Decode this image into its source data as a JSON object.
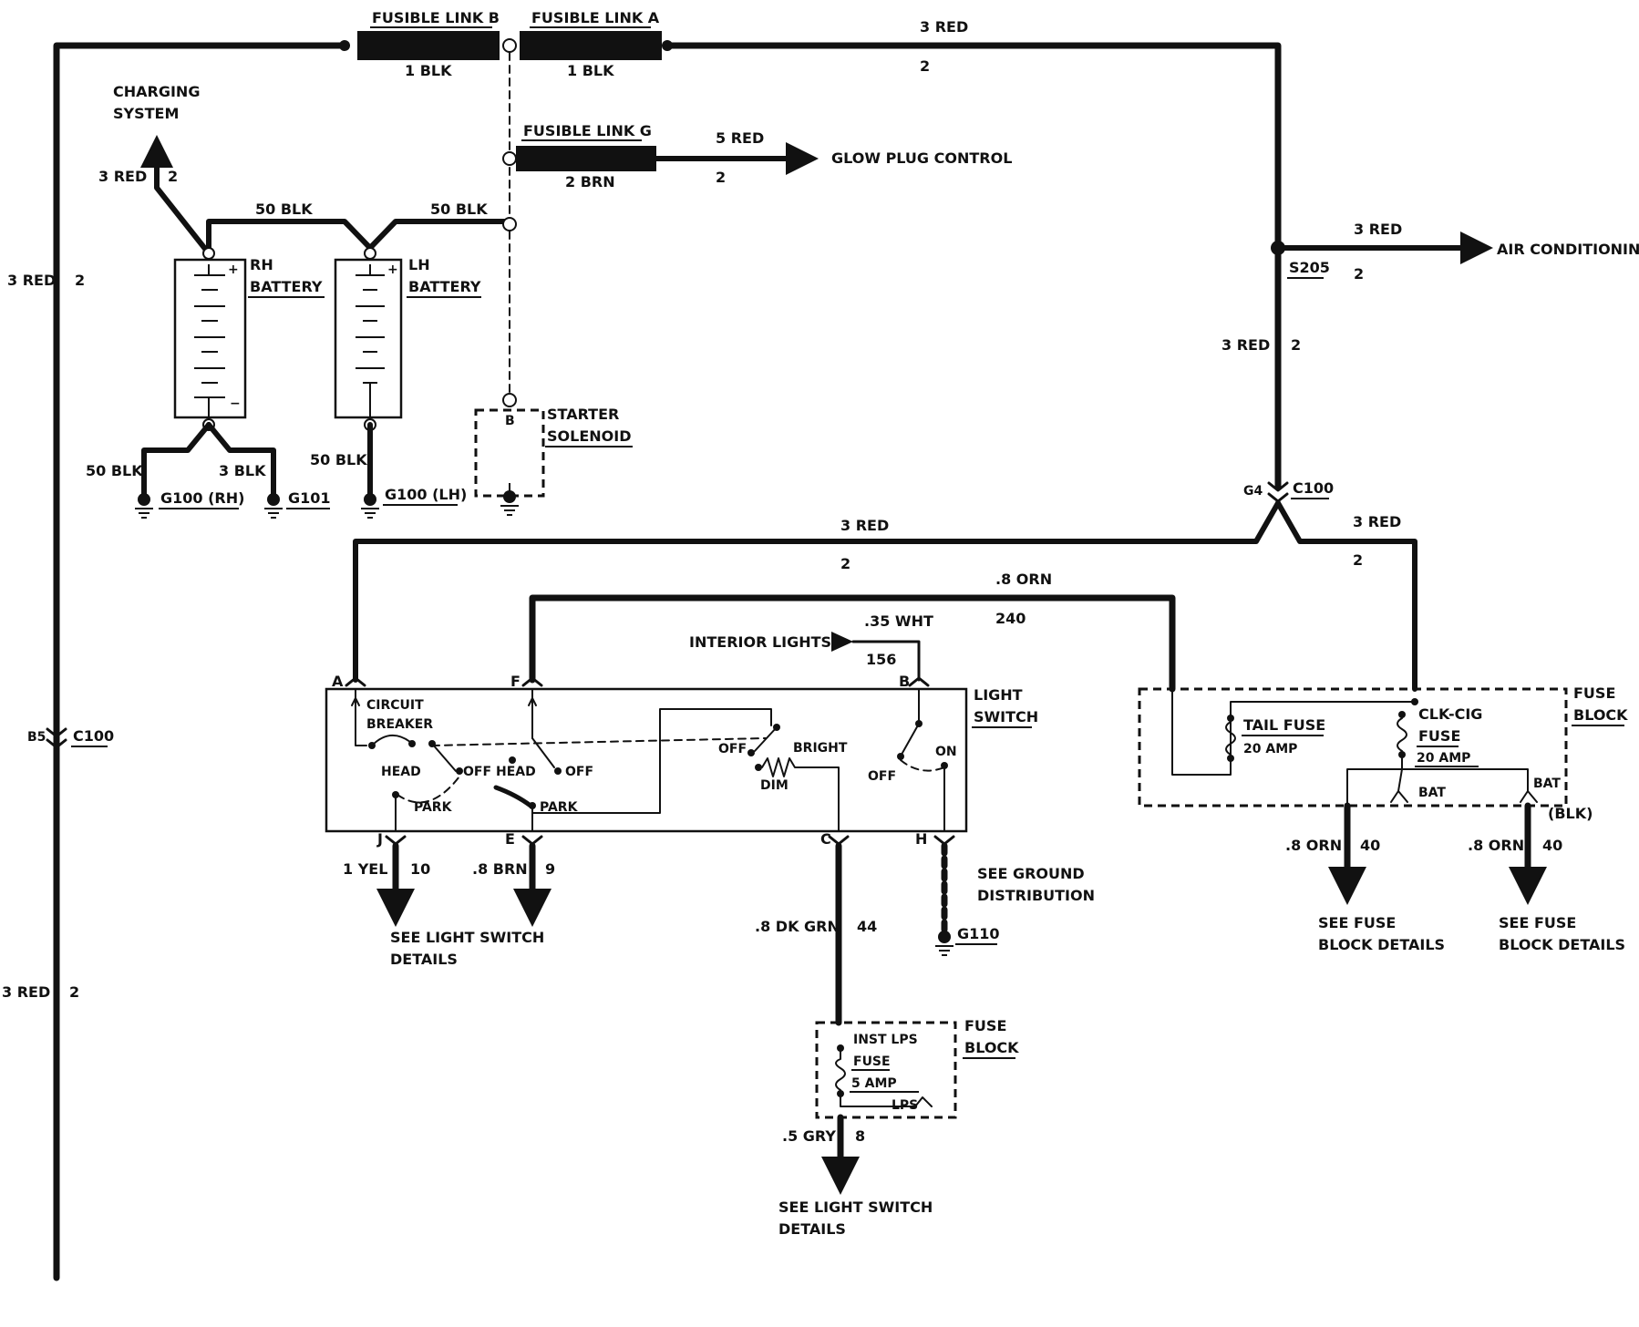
{
  "fusible_links": {
    "b": {
      "title": "FUSIBLE LINK B",
      "wire": "1 BLK"
    },
    "a": {
      "title": "FUSIBLE LINK A",
      "wire": "1 BLK"
    },
    "g": {
      "title": "FUSIBLE LINK G",
      "wire": "2 BRN"
    }
  },
  "top_wire": {
    "gauge": "3 RED",
    "circuit": "2"
  },
  "glow_plug": {
    "gauge": "5 RED",
    "circuit": "2",
    "label": "GLOW PLUG CONTROL"
  },
  "charging": {
    "label_line1": "CHARGING",
    "label_line2": "SYSTEM",
    "gauge": "3 RED",
    "circuit": "2"
  },
  "battery_link": {
    "left": "50 BLK",
    "right": "50 BLK"
  },
  "batteries": {
    "rh": {
      "line1": "RH",
      "line2": "BATTERY",
      "plus": "+",
      "minus": "−"
    },
    "lh": {
      "line1": "LH",
      "line2": "BATTERY",
      "plus": "+",
      "minus": "−"
    }
  },
  "grounds": {
    "rh_wire": "50 BLK",
    "rh_aux_wire": "3 BLK",
    "lh_wire": "50 BLK",
    "g100_rh": "G100 (RH)",
    "g101": "G101",
    "g100_lh": "G100 (LH)",
    "g110": "G110"
  },
  "starter": {
    "line1": "STARTER",
    "line2": "SOLENOID",
    "terminal": "B"
  },
  "left_bus": {
    "upper_gauge": "3 RED",
    "upper_circuit": "2",
    "lower_gauge": "3 RED",
    "lower_circuit": "2",
    "connector_pin": "B5",
    "connector": "C100"
  },
  "ac": {
    "gauge": "3 RED",
    "circuit": "2",
    "label": "AIR CONDITIONING",
    "splice": "S205"
  },
  "right_riser": {
    "gauge": "3 RED",
    "circuit": "2",
    "connector_pin": "G4",
    "connector": "C100"
  },
  "branch_left": {
    "gauge": "3 RED",
    "circuit": "2"
  },
  "branch_right": {
    "gauge": "3 RED",
    "circuit": "2"
  },
  "orn_wire": {
    "gauge": ".8 ORN",
    "circuit": "240"
  },
  "interior": {
    "label": "INTERIOR LIGHTS",
    "gauge": ".35 WHT",
    "circuit": "156"
  },
  "light_switch": {
    "line1": "LIGHT",
    "line2": "SWITCH",
    "pin_a": "A",
    "pin_f": "F",
    "pin_b": "B",
    "pin_j": "J",
    "pin_e": "E",
    "pin_c": "C",
    "pin_h": "H",
    "cb_line1": "CIRCUIT",
    "cb_line2": "BREAKER",
    "head1": "HEAD",
    "off1": "OFF",
    "park1": "PARK",
    "head2": "HEAD",
    "off2": "OFF",
    "park2": "PARK",
    "off3": "OFF",
    "bright": "BRIGHT",
    "dim": "DIM",
    "off4": "OFF",
    "on": "ON"
  },
  "outputs": {
    "j": {
      "gauge": "1 YEL",
      "circuit": "10"
    },
    "e": {
      "gauge": ".8 BRN",
      "circuit": "9"
    },
    "see_ls_line1": "SEE LIGHT SWITCH",
    "see_ls_line2": "DETAILS",
    "see_ground_line1": "SEE GROUND",
    "see_ground_line2": "DISTRIBUTION",
    "c": {
      "gauge": ".8 DK GRN",
      "circuit": "44"
    }
  },
  "fuse_block_right": {
    "line1": "FUSE",
    "line2": "BLOCK",
    "tail": "TAIL FUSE",
    "tail_amp": "20 AMP",
    "clk1": "CLK-CIG",
    "clk2": "FUSE",
    "clk_amp": "20 AMP",
    "bat1": "BAT",
    "bat2": "BAT",
    "blk": "(BLK)",
    "out1": {
      "gauge": ".8 ORN",
      "circuit": "40"
    },
    "out2": {
      "gauge": ".8 ORN",
      "circuit": "40"
    },
    "see1_line1": "SEE FUSE",
    "see1_line2": "BLOCK DETAILS",
    "see2_line1": "SEE FUSE",
    "see2_line2": "BLOCK DETAILS"
  },
  "fuse_block_bottom": {
    "line1": "FUSE",
    "line2": "BLOCK",
    "inst1": "INST LPS",
    "inst2": "FUSE",
    "amp": "5 AMP",
    "lps": "LPS",
    "out": {
      "gauge": ".5 GRY",
      "circuit": "8"
    },
    "see_line1": "SEE LIGHT SWITCH",
    "see_line2": "DETAILS"
  }
}
